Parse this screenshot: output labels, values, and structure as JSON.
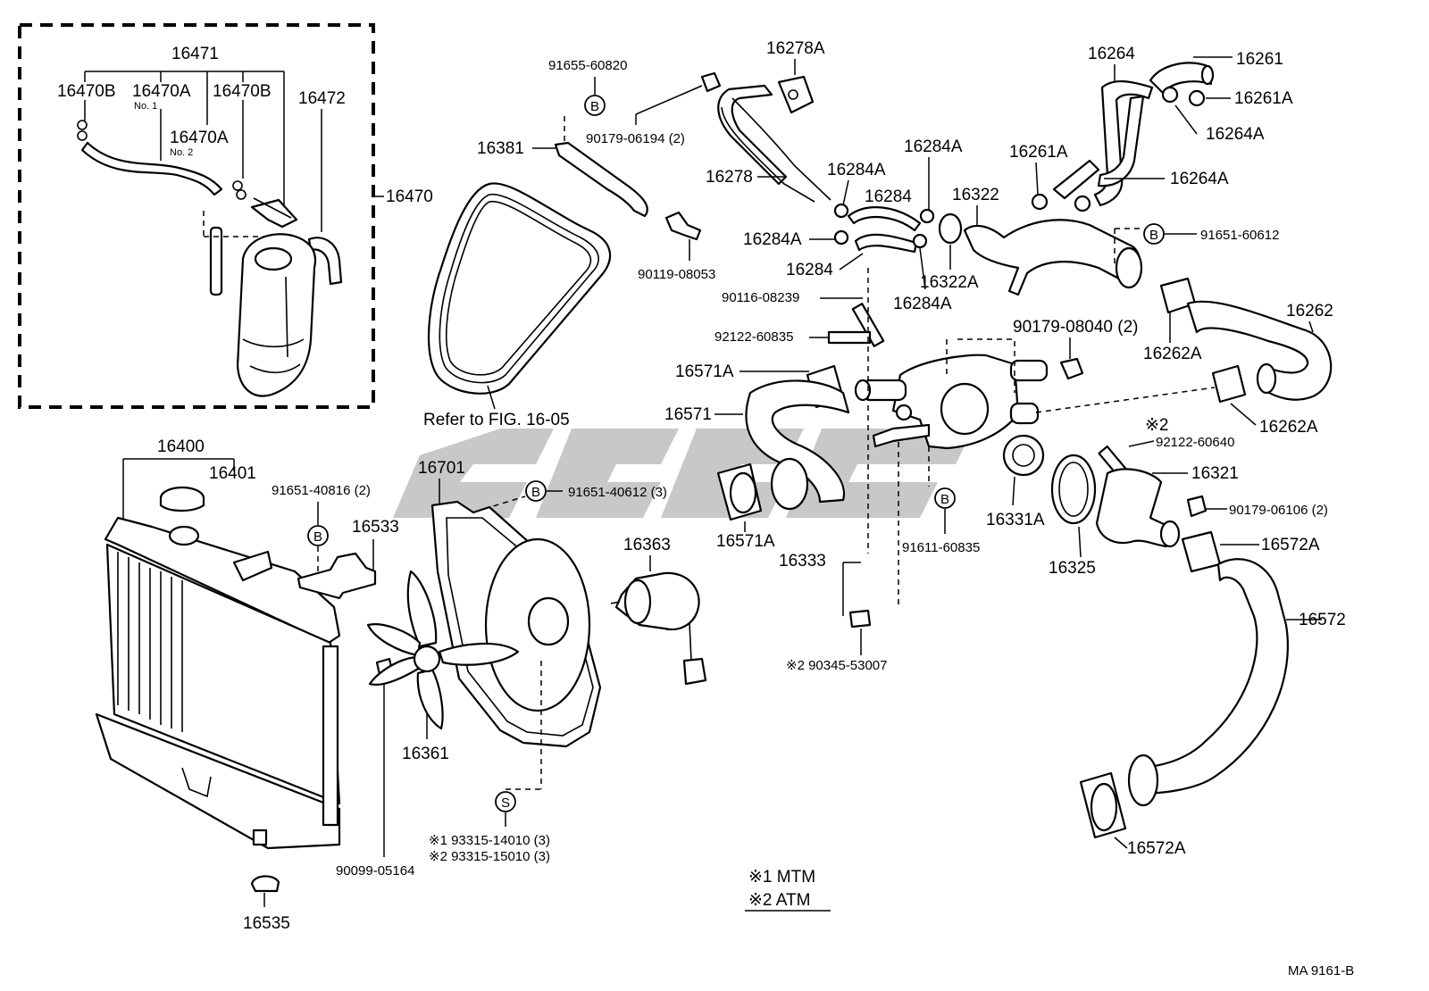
{
  "labels": {
    "p16471": "16471",
    "p16470B_l": "16470B",
    "p16470A_1": "16470A",
    "no1": "No. 1",
    "p16470B_r": "16470B",
    "p16472": "16472",
    "p16470A_2": "16470A",
    "no2": "No. 2",
    "p16470": "16470",
    "p91655": "91655-60820",
    "p90179_06194": "90179-06194 (2)",
    "p16381": "16381",
    "p90119": "90119-08053",
    "refer": "Refer to FIG. 16-05",
    "p16278A": "16278A",
    "p16278": "16278",
    "p16284A_1": "16284A",
    "p16284A_2": "16284A",
    "p16284_1": "16284",
    "p16284A_3": "16284A",
    "p16284_2": "16284",
    "p16284A_4": "16284A",
    "p16322": "16322",
    "p16322A": "16322A",
    "p16264": "16264",
    "p16261": "16261",
    "p16261A_1": "16261A",
    "p16264A_1": "16264A",
    "p16261A_2": "16261A",
    "p16264A_2": "16264A",
    "p91651_60612": "91651-60612",
    "p16262": "16262",
    "p16262A_1": "16262A",
    "p16262A_2": "16262A",
    "p90116": "90116-08239",
    "p92122_60835": "92122-60835",
    "p90179_08040": "90179-08040 (2)",
    "p16571A_1": "16571A",
    "p16571": "16571",
    "p16571A_2": "16571A",
    "p16333": "16333",
    "p91611": "91611-60835",
    "p16331A": "16331A",
    "mark92122_60640": "※2",
    "p92122_60640": "92122-60640",
    "p16321": "16321",
    "p16325": "16325",
    "p90179_06106": "90179-06106 (2)",
    "p16572A_1": "16572A",
    "p16572": "16572",
    "p16572A_2": "16572A",
    "p90345": "※2 90345-53007",
    "p16400": "16400",
    "p16401": "16401",
    "p91651_40816": "91651-40816 (2)",
    "p16533": "16533",
    "p16701": "16701",
    "p91651_40612": "91651-40612 (3)",
    "p16363": "16363",
    "p16361": "16361",
    "p90099": "90099-05164",
    "p93315_14010": "※1  93315-14010 (3)",
    "p93315_15010": "※2  93315-15010 (3)",
    "p16535": "16535",
    "legend1": "※1  MTM",
    "legend2": "※2  ATM",
    "drawing_no": "MA 9161-B"
  },
  "badges": {
    "B": "B",
    "S": "S"
  }
}
